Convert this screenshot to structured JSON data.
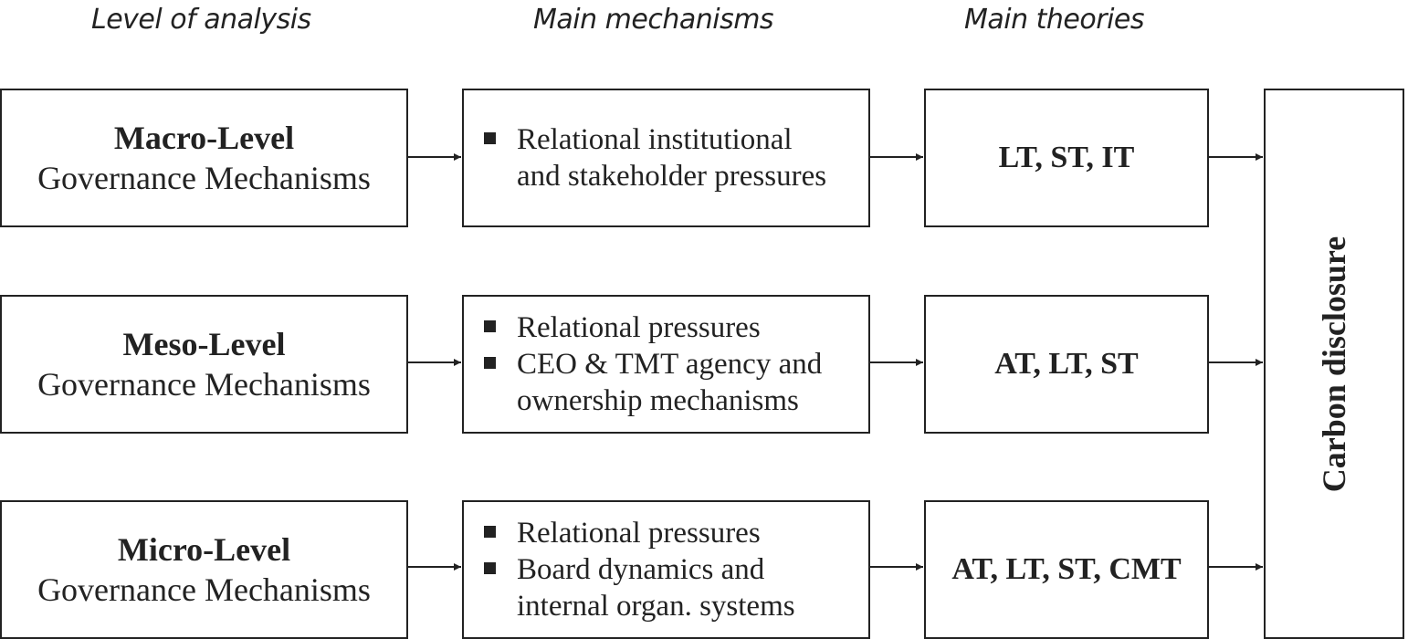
{
  "headers": {
    "level": "Level of analysis",
    "mechanisms": "Main mechanisms",
    "theories": "Main theories"
  },
  "rows": [
    {
      "level_title": "Macro-Level",
      "level_subtitle": "Governance Mechanisms",
      "mechanisms": [
        {
          "lines": [
            "Relational institutional",
            "and stakeholder pressures"
          ]
        }
      ],
      "theories": "LT, ST, IT"
    },
    {
      "level_title": "Meso-Level",
      "level_subtitle": "Governance Mechanisms",
      "mechanisms": [
        {
          "lines": [
            "Relational pressures"
          ]
        },
        {
          "lines": [
            "CEO & TMT agency and",
            "ownership mechanisms"
          ]
        }
      ],
      "theories": "AT, LT, ST"
    },
    {
      "level_title": "Micro-Level",
      "level_subtitle": "Governance Mechanisms",
      "mechanisms": [
        {
          "lines": [
            "Relational pressures"
          ]
        },
        {
          "lines": [
            "Board dynamics and",
            "internal organ. systems"
          ]
        }
      ],
      "theories": "AT, LT, ST, CMT"
    }
  ],
  "outcome": "Carbon disclosure"
}
